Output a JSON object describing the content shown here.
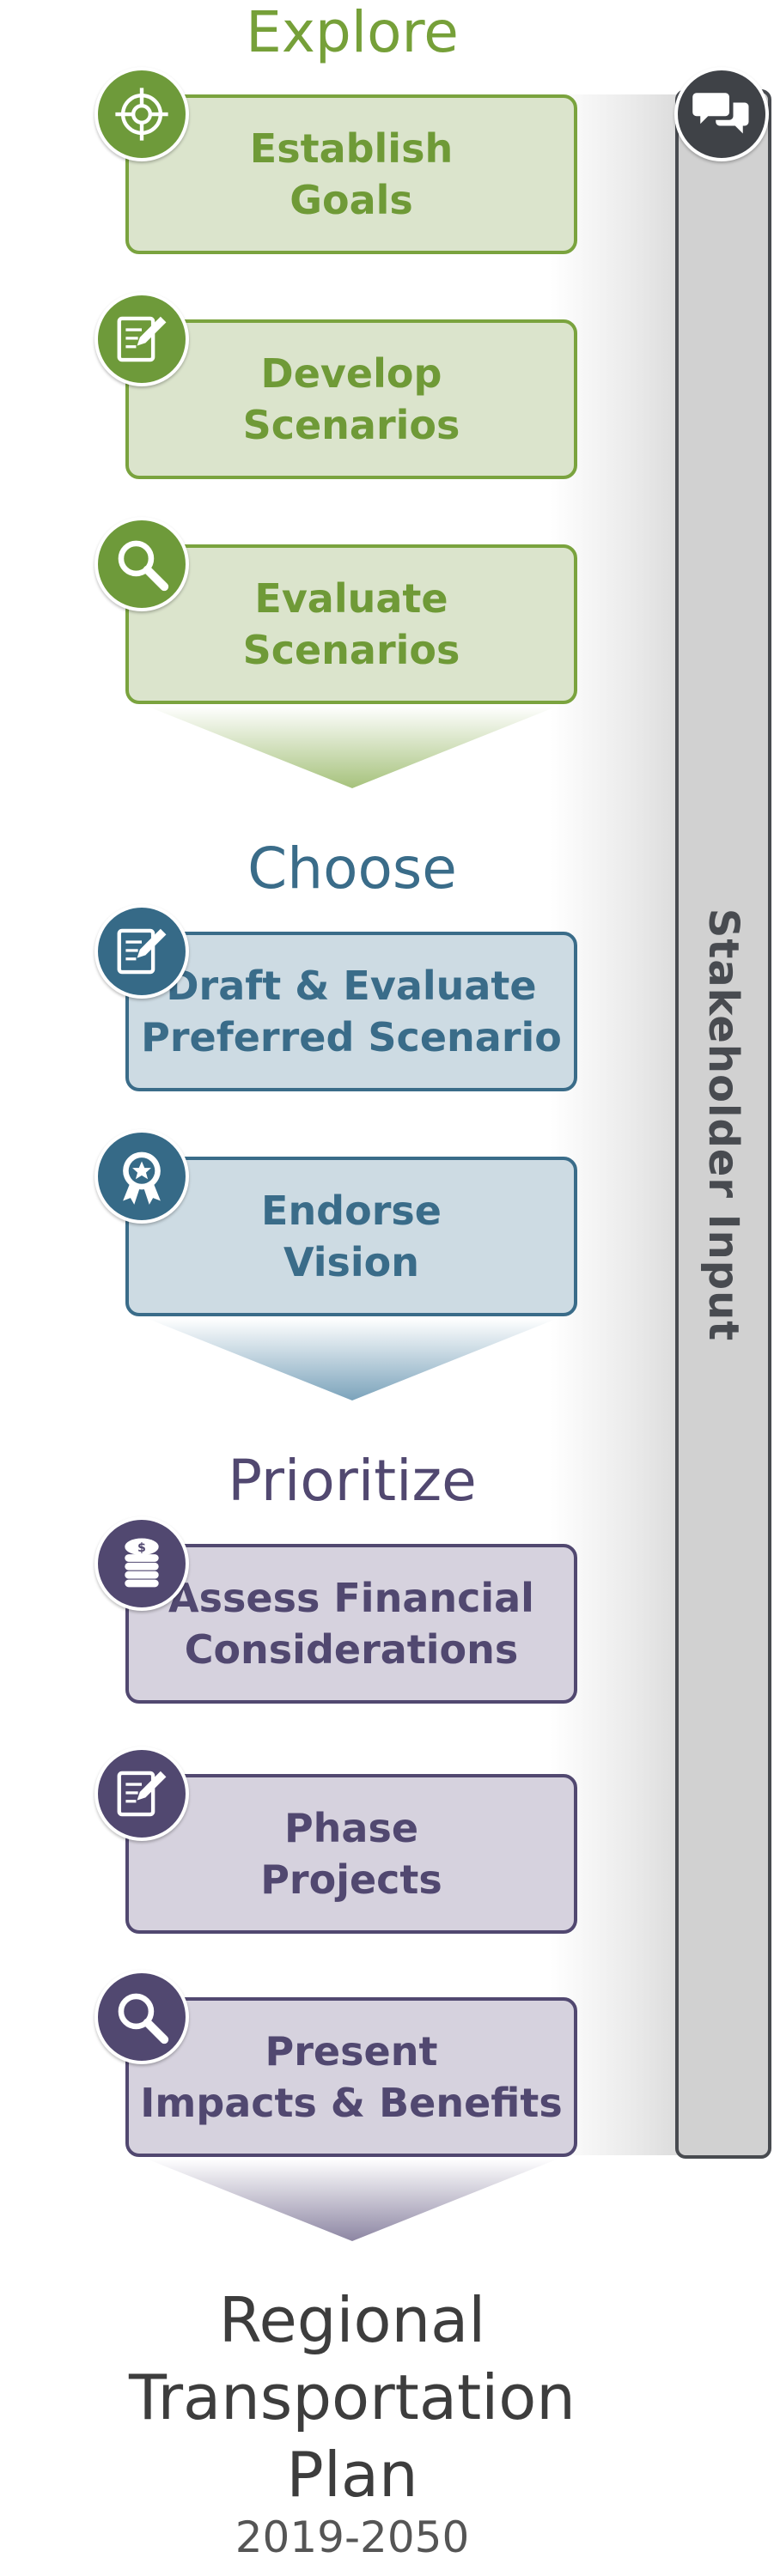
{
  "stakeholder_label": "Stakeholder Input",
  "phases": [
    {
      "heading": "Explore",
      "steps": [
        {
          "label": "Establish\nGoals",
          "icon": "target-icon"
        },
        {
          "label": "Develop\nScenarios",
          "icon": "edit-document-icon"
        },
        {
          "label": "Evaluate\nScenarios",
          "icon": "magnifier-icon"
        }
      ]
    },
    {
      "heading": "Choose",
      "steps": [
        {
          "label": "Draft & Evaluate\nPreferred Scenario",
          "icon": "edit-document-icon"
        },
        {
          "label": "Endorse\nVision",
          "icon": "award-ribbon-icon"
        }
      ]
    },
    {
      "heading": "Prioritize",
      "steps": [
        {
          "label": "Assess Financial\nConsiderations",
          "icon": "coin-stack-icon"
        },
        {
          "label": "Phase\nProjects",
          "icon": "edit-document-icon"
        },
        {
          "label": "Present\nImpacts & Benefits",
          "icon": "magnifier-icon"
        }
      ]
    }
  ],
  "plan": {
    "line1": "Regional",
    "line2": "Transportation",
    "line3": "Plan",
    "years": "2019-2050"
  },
  "colors": {
    "explore": "#76a039",
    "choose": "#3a6c89",
    "prioritize": "#514870",
    "stakeholder": "#484b50"
  }
}
